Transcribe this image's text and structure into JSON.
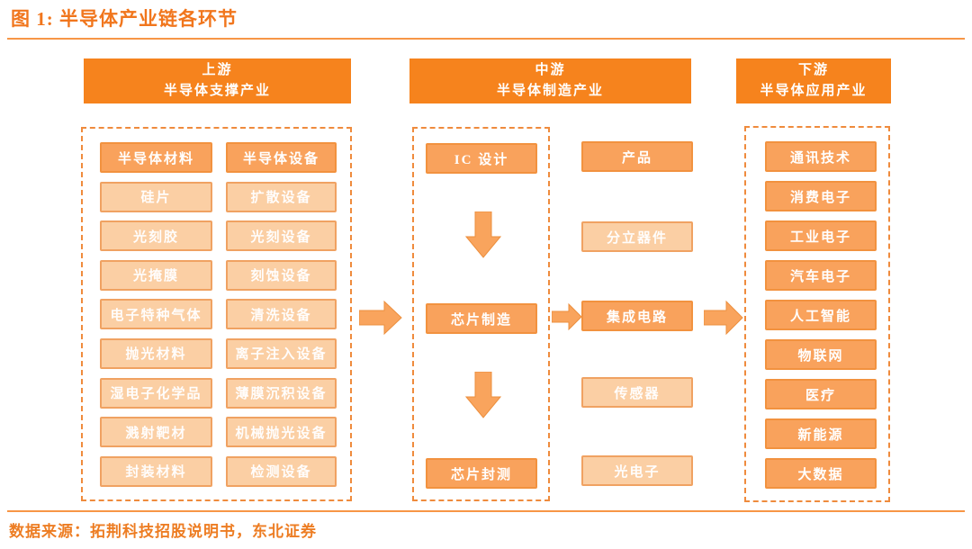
{
  "title": "图 1:  半导体产业链各环节",
  "source": "数据来源：拓荆科技招股说明书，东北证券",
  "colors": {
    "accent_orange": "#f6831d",
    "node_fill": "#f9a25c",
    "node_border": "#f2923f",
    "light_node_fill": "#fbcfa4",
    "light_node_border": "#f0a262",
    "dashed_border": "#ef8b3d",
    "title_text": "#f1761d",
    "node_text": "#ffffff"
  },
  "columns": {
    "upstream": {
      "header_line1": "上游",
      "header_line2": "半导体支撑产业",
      "materials": [
        "半导体材料",
        "硅片",
        "光刻胶",
        "光掩膜",
        "电子特种气体",
        "抛光材料",
        "湿电子化学品",
        "溅射靶材",
        "封装材料"
      ],
      "equipment": [
        "半导体设备",
        "扩散设备",
        "光刻设备",
        "刻蚀设备",
        "清洗设备",
        "离子注入设备",
        "薄膜沉积设备",
        "机械抛光设备",
        "检测设备"
      ]
    },
    "midstream": {
      "header_line1": "中游",
      "header_line2": "半导体制造产业",
      "process": [
        "IC 设计",
        "芯片制造",
        "芯片封测"
      ],
      "products_title": "产品",
      "products": [
        "分立器件",
        "集成电路",
        "传感器",
        "光电子"
      ]
    },
    "downstream": {
      "header_line1": "下游",
      "header_line2": "半导体应用产业",
      "applications": [
        "通讯技术",
        "消费电子",
        "工业电子",
        "汽车电子",
        "人工智能",
        "物联网",
        "医疗",
        "新能源",
        "大数据"
      ]
    }
  }
}
